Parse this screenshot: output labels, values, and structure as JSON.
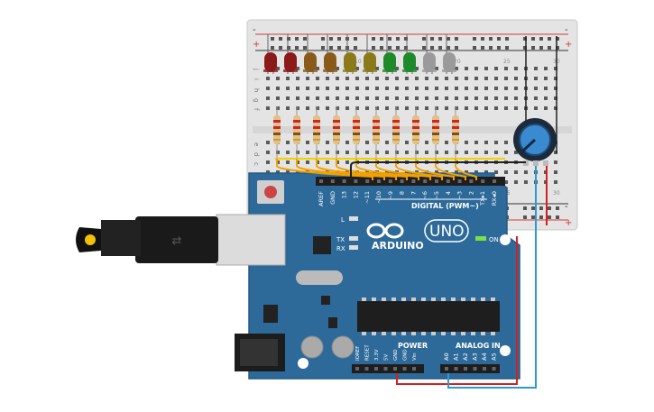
{
  "board": {
    "brand": "ARDUINO",
    "model": "UNO",
    "on_label": "ON",
    "l_label": "L",
    "tx_label": "TX",
    "rx_label": "RX",
    "digital_label": "DIGITAL (PWM~)",
    "power_label": "POWER",
    "analog_label": "ANALOG IN",
    "digital_pins": [
      "AREF",
      "GND",
      "13",
      "12",
      "~11",
      "~10",
      "~9",
      "8",
      "7",
      "~6",
      "~5",
      "4",
      "~3",
      "2",
      "TX▸1",
      "RX◂0"
    ],
    "power_pins": [
      "IOREF",
      "RESET",
      "3.3V",
      "5V",
      "GND",
      "GND",
      "Vin"
    ],
    "analog_pins": [
      "A0",
      "A1",
      "A2",
      "A3",
      "A4",
      "A5"
    ]
  },
  "breadboard": {
    "plus": "+",
    "minus": "-",
    "column_numbers": [
      "1",
      "5",
      "10",
      "15",
      "20",
      "25",
      "30"
    ],
    "row_letters_top": [
      "j",
      "i",
      "h",
      "g",
      "f"
    ],
    "row_letters_bottom": [
      "e",
      "d",
      "c",
      "b",
      "a"
    ]
  },
  "leds": {
    "colors": [
      "#8b1a1a",
      "#8b1a1a",
      "#8a5a1a",
      "#8a5a1a",
      "#8a7a1a",
      "#8a7a1a",
      "#1f8a2a",
      "#1f8a2a",
      "#9a9a9a",
      "#9a9a9a"
    ]
  },
  "colors": {
    "board": "#2d6a9a",
    "breadboard": "#e6e6e6",
    "rail_red": "#d23a3a",
    "rail_dark": "#333333",
    "wire_orange": "#f2a100",
    "wire_yellow": "#f4d000",
    "wire_red": "#d62020",
    "wire_blue": "#2a9ad0",
    "wire_black": "#222222"
  }
}
